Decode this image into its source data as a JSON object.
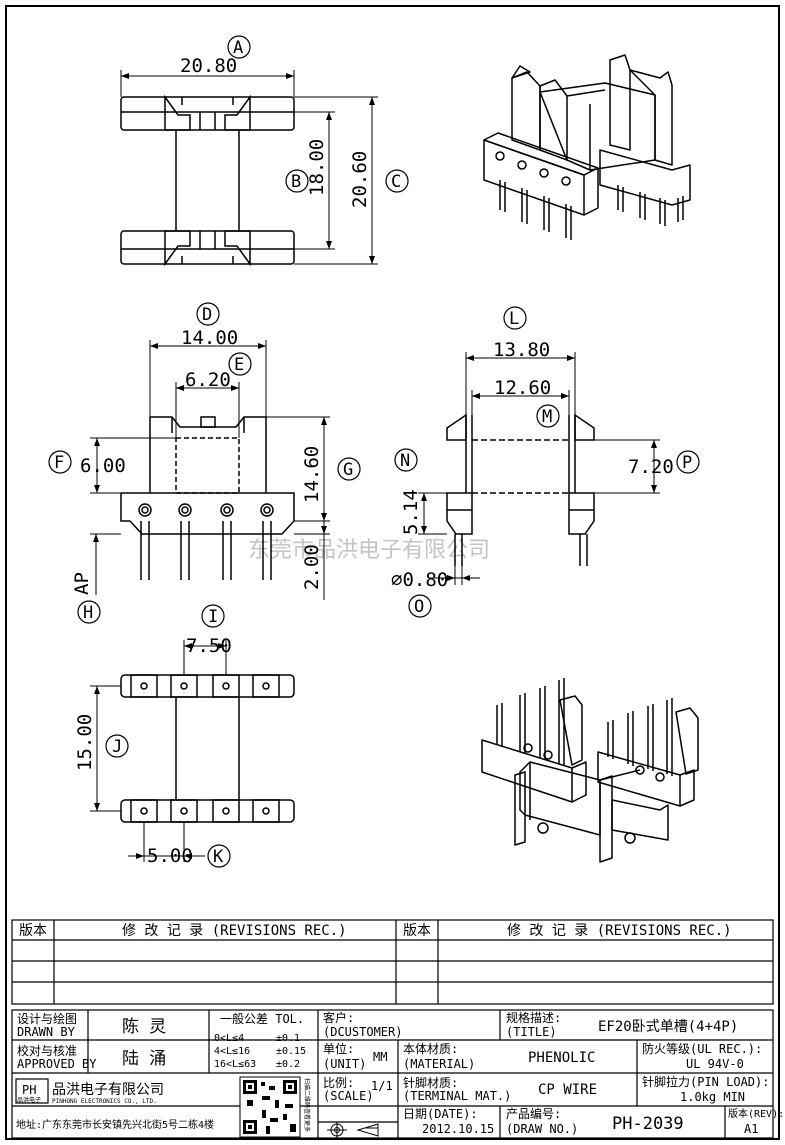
{
  "watermark": "东莞市品洪电子有限公司",
  "views": {
    "top": {
      "dim_width": "20.80",
      "bubble_width": "A",
      "dim_inner": "18.00",
      "bubble_inner": "B",
      "dim_outer": "20.60",
      "bubble_outer": "C"
    },
    "front": {
      "dim_width": "14.00",
      "bubble_width": "D",
      "dim_window": "6.20",
      "bubble_window": "E",
      "dim_window_h": "6.00",
      "bubble_window_h": "F",
      "dim_height": "14.60",
      "bubble_height": "G",
      "dim_ap": "AP",
      "bubble_ap": "H",
      "dim_pin": "2.00"
    },
    "side": {
      "dim_width": "13.80",
      "bubble_width": "L",
      "dim_inner": "12.60",
      "bubble_inner": "M",
      "dim_base": "5.14",
      "bubble_base": "N",
      "dim_window": "7.20",
      "bubble_window": "P",
      "dim_pin_dia": "⌀0.80",
      "bubble_pin_dia": "O"
    },
    "bottom": {
      "dim_span": "7.50",
      "bubble_span": "I",
      "dim_row": "15.00",
      "bubble_row": "J",
      "dim_pitch": "5.00",
      "bubble_pitch": "K"
    }
  },
  "title_block": {
    "rev_header": "版本",
    "rev_records": "修 改 记 录 (REVISIONS REC.)",
    "design_label_cn": "设计与绘图",
    "design_label_en": "DRAWN BY",
    "designer": "陈 灵",
    "check_label_cn": "校对与核准",
    "check_label_en": "APPROVED BY",
    "checker": "陆 涌",
    "tol_label": "一般公差 TOL.",
    "tol_rows": [
      {
        "range": "0<L≤4",
        "value": "±0.1"
      },
      {
        "range": "4<L≤16",
        "value": "±0.15"
      },
      {
        "range": "16<L≤63",
        "value": "±0.2"
      }
    ],
    "customer_label_cn": "客户:",
    "customer_label_en": "(DCUSTOMER)",
    "title_label_cn": "规格描述:",
    "title_label_en": "(TITLE)",
    "title_value": "EF20卧式单槽(4+4P)",
    "unit_label_cn": "单位:",
    "unit_label_en": "(UNIT)",
    "unit_value": "MM",
    "material_label_cn": "本体材质:",
    "material_label_en": "(MATERIAL)",
    "material_value": "PHENOLIC",
    "fire_label": "防火等级(UL REC.):",
    "fire_value": "UL 94V-0",
    "company_logo": "PH",
    "company_logo_sub": "品洪电子",
    "company_cn": "品洪电子有限公司",
    "company_en": "PINHONG ELECTRONICS CO., LTD.",
    "qr_side": "扫描二维码查看更多",
    "scale_label_cn": "比例:",
    "scale_label_en": "(SCALE)",
    "scale_value": "1/1",
    "terminal_label_cn": "针脚材质:",
    "terminal_label_en": "(TERMINAL MAT.)",
    "terminal_value": "CP WIRE",
    "pinload_label": "针脚拉力(PIN LOAD):",
    "pinload_value": "1.0kg MIN",
    "date_label_cn": "日期(DATE):",
    "date_value": "2012.10.15",
    "drawno_label_cn": "产品编号:",
    "drawno_label_en": "(DRAW NO.)",
    "drawno_value": "PH-2039",
    "rev_label": "版本(REV):",
    "rev_value": "A1",
    "address": "地址:广东东莞市长安镇先兴北街5号二栋4楼"
  }
}
